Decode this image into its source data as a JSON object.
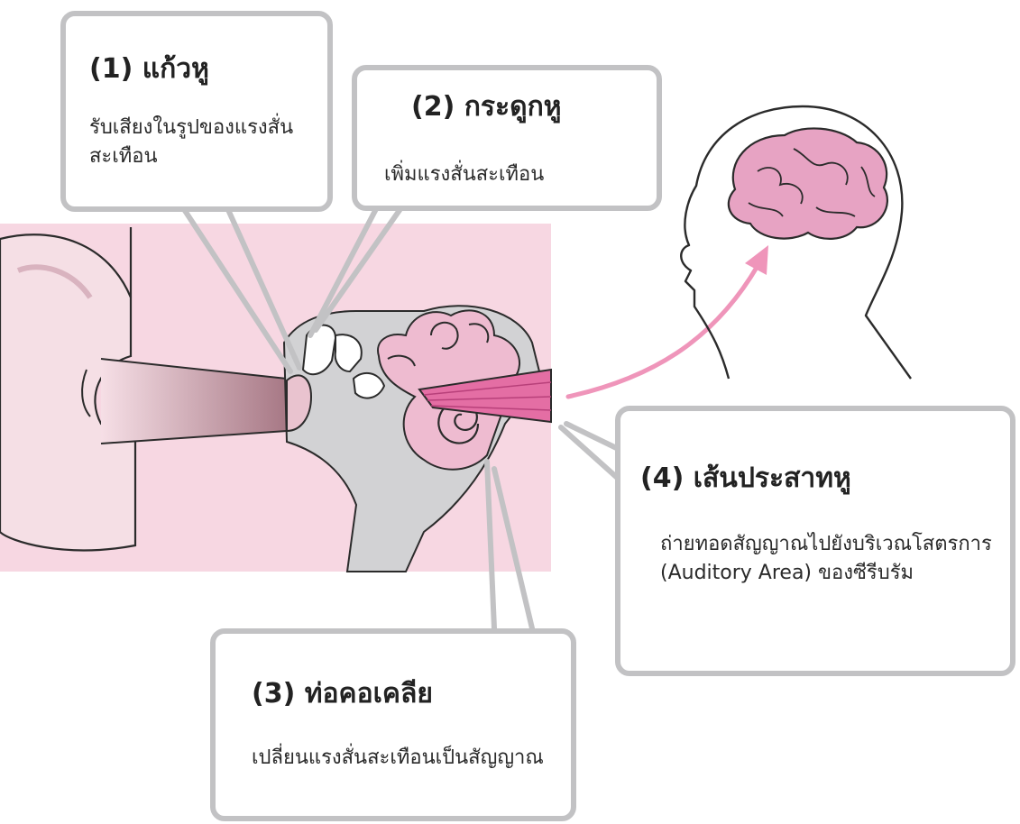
{
  "colors": {
    "panel_background": "#f7d7e2",
    "ear_skin": "#f5dfe5",
    "outline": "#2b2b2b",
    "canal_shadow": "#b98a95",
    "bone_gray": "#d2d2d4",
    "cochlea_pink": "#eebbd0",
    "nerve_pink": "#e46ea4",
    "brain_pink": "#e7a3c3",
    "arrow_pink": "#ef95ba",
    "callout_border": "#c2c2c4",
    "text": "#222222"
  },
  "callouts": {
    "eardrum": {
      "title": "(1) แก้วหู",
      "body": "รับเสียงในรูปของแรงสั่นสะเทือน"
    },
    "ossicles": {
      "title": "(2) กระดูกหู",
      "body": "เพิ่มแรงสั่นสะเทือน"
    },
    "cochlea": {
      "title": "(3) ท่อคอเคลีย",
      "body": "เปลี่ยนแรงสั่นสะเทือนเป็นสัญญาณ"
    },
    "auditory_nerve": {
      "title": "(4) เส้นประสาทหู",
      "body": "ถ่ายทอดสัญญาณไปยังบริเวณโสตรการ (Auditory Area) ของซีรีบรัม"
    }
  },
  "icons": {
    "ear_anatomy": "ear-cross-section-icon",
    "head": "head-silhouette-icon",
    "brain": "brain-icon",
    "signal_arrow": "curved-arrow-icon"
  }
}
